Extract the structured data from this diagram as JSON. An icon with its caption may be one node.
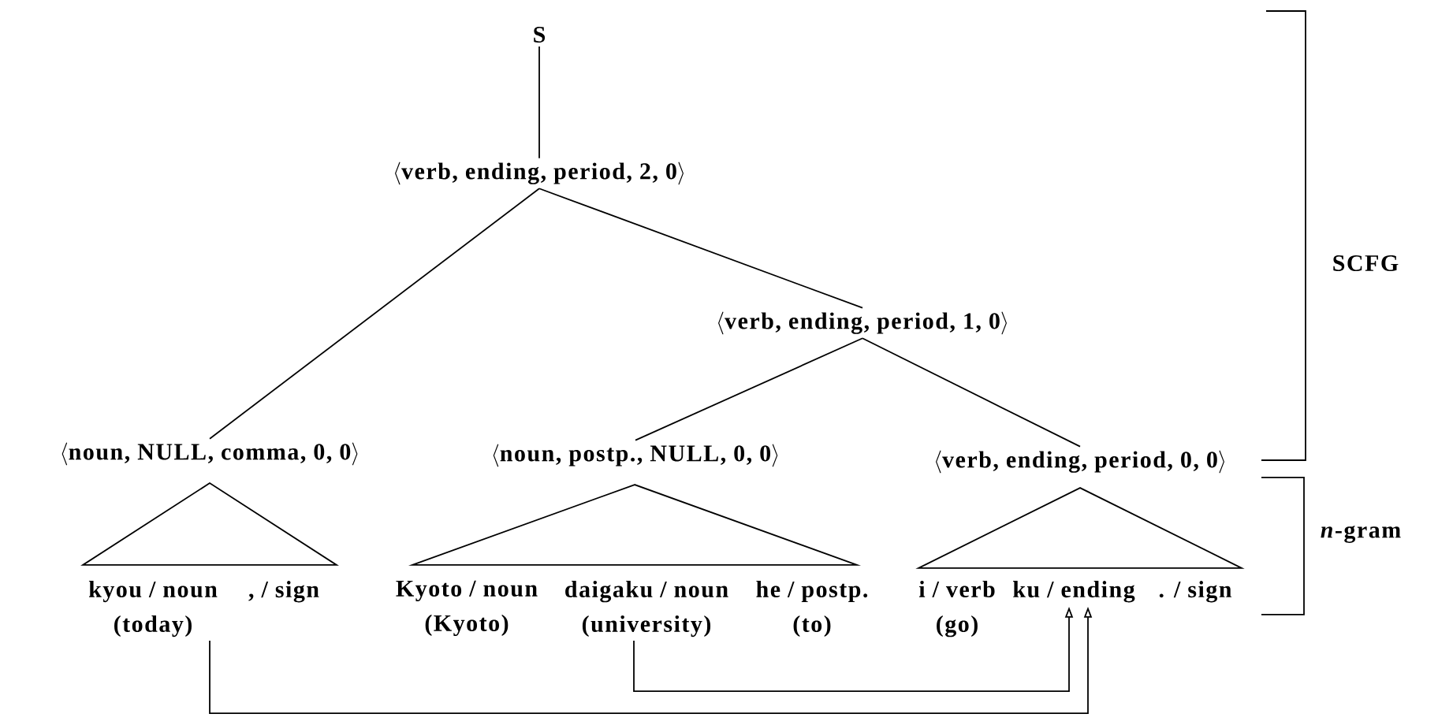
{
  "diagram": {
    "nodes": [
      {
        "text": [
          "S"
        ]
      },
      {
        "text": [
          "⟨verb, ending, period, 2, 0⟩"
        ]
      },
      {
        "text": [
          "⟨verb, ending, period, 1, 0⟩"
        ]
      },
      {
        "text": [
          "⟨noun, NULL, comma, 0, 0⟩"
        ]
      },
      {
        "text": [
          "⟨noun, postp., NULL, 0, 0⟩"
        ]
      },
      {
        "text": [
          "⟨verb, ending, period, 0, 0⟩"
        ]
      },
      {
        "text": [],
        "shape": "triangle"
      },
      {
        "text": [],
        "shape": "triangle"
      },
      {
        "text": [],
        "shape": "triangle"
      },
      {
        "text": [
          "kyou / noun",
          "(today)"
        ]
      },
      {
        "text": [
          ", / sign"
        ]
      },
      {
        "text": [
          "Kyoto / noun",
          "(Kyoto)"
        ]
      },
      {
        "text": [
          "daigaku / noun",
          "(university)"
        ]
      },
      {
        "text": [
          "he / postp.",
          "(to)"
        ]
      },
      {
        "text": [
          "i / verb",
          "(go)"
        ]
      },
      {
        "text": [
          "ku / ending"
        ]
      },
      {
        "text": [
          ". / sign"
        ]
      }
    ],
    "edges": [
      {
        "from": 0,
        "to": 1,
        "arrow": "none"
      },
      {
        "from": 1,
        "to": 3,
        "arrow": "none"
      },
      {
        "from": 1,
        "to": 2,
        "arrow": "none"
      },
      {
        "from": 2,
        "to": 4,
        "arrow": "none"
      },
      {
        "from": 2,
        "to": 5,
        "arrow": "none"
      },
      {
        "from": 9,
        "to": 15,
        "arrow": "to"
      },
      {
        "from": 12,
        "to": 15,
        "arrow": "to"
      }
    ],
    "labels": [
      "SCFG",
      "*n*-gram"
    ]
  }
}
